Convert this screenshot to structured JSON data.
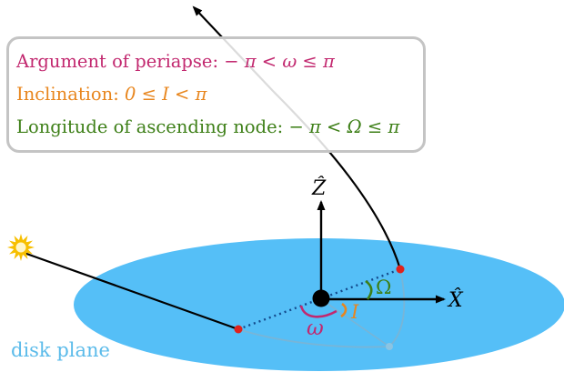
{
  "legend": {
    "omega": {
      "label": "Argument of periapse: ",
      "range": "− π < ω ≤ π",
      "color": "#c2286f"
    },
    "inclination": {
      "label": "Inclination: ",
      "range": "0 ≤ I < π",
      "color": "#e8861e"
    },
    "node": {
      "label": "Longitude of ascending node: ",
      "range": "− π < Ω ≤ π",
      "color": "#3d7f17"
    }
  },
  "axes": {
    "z_label": "Ẑ",
    "x_label": "X̂"
  },
  "angles": {
    "omega_symbol": "ω",
    "inclination_symbol": "I",
    "node_symbol": "Ω"
  },
  "disk_label": "disk plane",
  "colors": {
    "disk": "#55bff7",
    "sun": "#f7bf00",
    "node_point": "#e0211b",
    "orbit": "#000000",
    "projection": "#8fbad6",
    "legend_border": "#c4c4c4"
  },
  "icons": {
    "star": "sun-icon",
    "origin": "central-body-dot"
  }
}
